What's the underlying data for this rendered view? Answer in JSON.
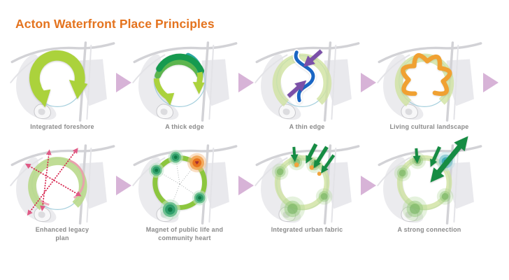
{
  "header": {
    "title": "Acton Waterfront Place Principles"
  },
  "icons": {
    "heart": "♥",
    "flow_arrow": "triangle-right"
  },
  "panels": [
    {
      "id": "integrated-foreshore",
      "label": "Integrated foreshore"
    },
    {
      "id": "thick-edge",
      "label": "A thick edge"
    },
    {
      "id": "thin-edge",
      "label": "A thin edge"
    },
    {
      "id": "living-cultural-landscape",
      "label": "Living cultural landscape"
    },
    {
      "id": "enhanced-legacy-plan",
      "label": "Enhanced legacy\nplan"
    },
    {
      "id": "magnet-public-life",
      "label": "Magnet of public life and\ncommunity heart"
    },
    {
      "id": "integrated-urban-fabric",
      "label": "Integrated urban fabric"
    },
    {
      "id": "strong-connection",
      "label": "A strong connection"
    }
  ],
  "colors": {
    "title": "#e4731e",
    "label": "#8a8a8a",
    "flowArrow": "#d7b3d7",
    "lime": "#abd23c",
    "thickDark": "#169a4f",
    "thickTeal": "#2ba8a2",
    "thickMid": "#5cb54e",
    "paleRing": "#cfe2a0",
    "edgeBlue": "#1a66c4",
    "purple": "#7b50a8",
    "squiggleOrange": "#f0a132",
    "crimson": "#d6224c",
    "crimsonHead": "#e05a86",
    "legacyRing": "#b9d98b",
    "pinkInner": "#f097b0",
    "ringGreen": "#8cc63e",
    "nodeGreen": "#2f9e6b",
    "nodeOrange": "#e8731f",
    "heartRed": "#a83232",
    "greenDark": "#168c43",
    "tealNode": "#3bb0b5",
    "mapGray": "#ebebee",
    "mapGrayDark": "#e9e9ed",
    "roadGray": "#d2d2d6",
    "lakeBlue": "#a5cfdd"
  }
}
